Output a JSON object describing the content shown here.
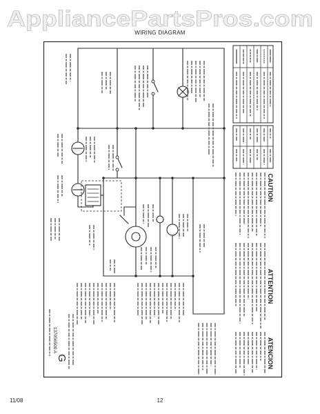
{
  "watermark": {
    "text": "AppliancePartsPros.com"
  },
  "page": {
    "title": "WIRING DIAGRAM",
    "date": "11/08",
    "page_number": "12"
  },
  "notes": {
    "caution_heading": "CAUTION",
    "attention_heading": "ATTENTION",
    "atencion_heading": "ATENCION"
  },
  "diagram": {
    "part_number": "137056500 A",
    "revision_letter": "G"
  },
  "colors": {
    "paper": "#ffffff",
    "ink": "#2b2b2b",
    "fine_print": "#5f5f5f",
    "watermark_fill": "#efefef",
    "watermark_outline": "#bfbfbf"
  }
}
